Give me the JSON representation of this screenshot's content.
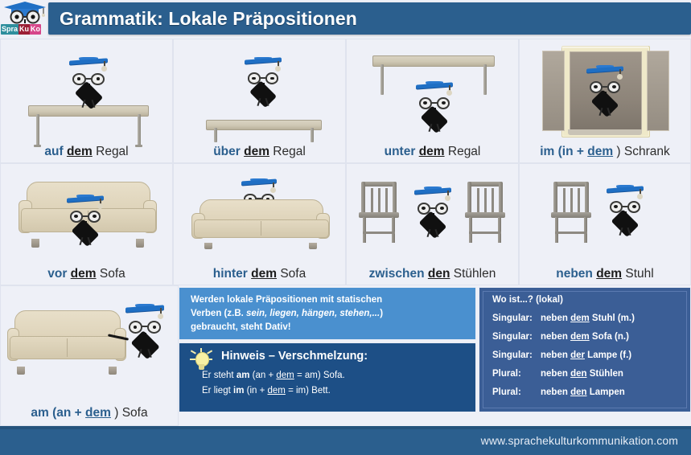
{
  "header": {
    "title": "Grammatik: Lokale Präpositionen",
    "logo": {
      "part1": "Spra",
      "part2": "Ku",
      "part3": "Ko",
      "colors": {
        "part1_bg": "#2f8f9d",
        "part2_bg": "#9b1f35",
        "part3_bg": "#d6468a"
      }
    },
    "bar_color": "#2b5f8e"
  },
  "cells": [
    {
      "prep": "auf",
      "article": "dem",
      "noun": "Regal",
      "scene": "table-on"
    },
    {
      "prep": "über",
      "article": "dem",
      "noun": "Regal",
      "scene": "table-over"
    },
    {
      "prep": "unter",
      "article": "dem",
      "noun": "Regal",
      "scene": "shelf-under"
    },
    {
      "prep": "im (in +",
      "article": "dem",
      "noun": ") Schrank",
      "prep_suffix_blue": true,
      "scene": "cabinet-in"
    },
    {
      "prep": "vor",
      "article": "dem",
      "noun": "Sofa",
      "scene": "sofa-front"
    },
    {
      "prep": "hinter",
      "article": "dem",
      "noun": "Sofa",
      "scene": "sofa-behind"
    },
    {
      "prep": "zwischen",
      "article": "den",
      "noun": "Stühlen",
      "scene": "chairs-between"
    },
    {
      "prep": "neben",
      "article": "dem",
      "noun": "Stuhl",
      "scene": "chair-beside"
    },
    {
      "prep": "am (an +",
      "article": "dem",
      "noun": ") Sofa",
      "scene": "sofa-at"
    }
  ],
  "rule_box": {
    "line1": "Werden lokale Präpositionen mit  statischen",
    "line2_pre": "Verben (z.B. ",
    "line2_italic": "sein, liegen, hängen, stehen,...",
    "line2_post": ")",
    "line3": "gebraucht, steht Dativ!",
    "bg": "#4a90cf"
  },
  "hinweis_box": {
    "title": "Hinweis – Verschmelzung:",
    "icon": "lightbulb-icon",
    "line1": {
      "a": "Er steht ",
      "bold": "am",
      "b": " (an + ",
      "u": "dem",
      "c": " = am) Sofa."
    },
    "line2": {
      "a": "Er liegt ",
      "bold": "im",
      "b": " (in + ",
      "u": "dem",
      "c": " = im) Bett."
    },
    "bg": "#1d4f86"
  },
  "panel_right": {
    "title": "Wo ist...? (lokal)",
    "bg": "#3b5e96",
    "rows": [
      {
        "label": "Singular:",
        "pre": "neben ",
        "u": "dem",
        "post": " Stuhl (m.)"
      },
      {
        "label": "Singular:",
        "pre": "neben ",
        "u": "dem",
        "post": " Sofa (n.)"
      },
      {
        "label": "Singular:",
        "pre": "neben ",
        "u": "der",
        "post": " Lampe (f.)"
      },
      {
        "label": "Plural:",
        "pre": "neben ",
        "u": "den",
        "post": " Stühlen"
      },
      {
        "label": "Plural:",
        "pre": "neben ",
        "u": "den",
        "post": " Lampen"
      }
    ]
  },
  "footer": {
    "url": "www.sprachekulturkommunikation.com",
    "bg": "#2b5f8e"
  }
}
